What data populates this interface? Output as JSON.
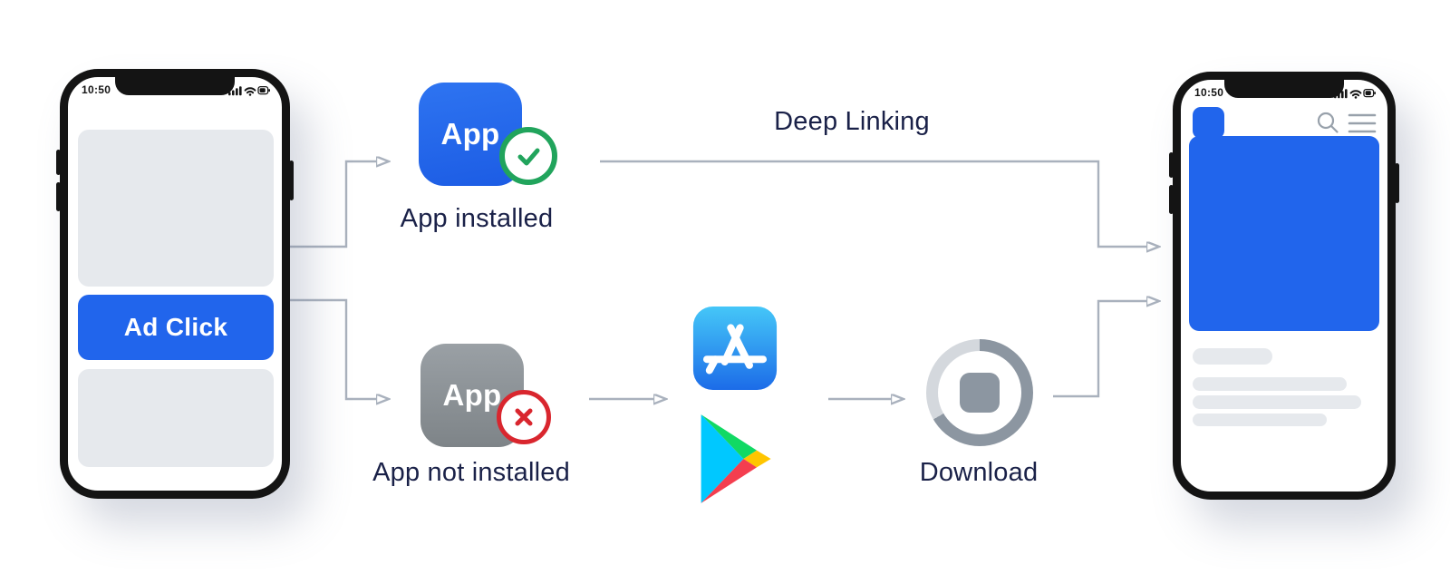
{
  "left_phone": {
    "time": "10:50",
    "ad_button_label": "Ad Click"
  },
  "right_phone": {
    "time": "10:50"
  },
  "installed": {
    "icon_text": "App",
    "caption": "App installed"
  },
  "not_installed": {
    "icon_text": "App",
    "caption": "App not installed"
  },
  "flow": {
    "deep_linking_label": "Deep Linking",
    "download_caption": "Download"
  },
  "icons": [
    "signal-icon",
    "wifi-icon",
    "battery-icon",
    "check-icon",
    "cross-icon",
    "app-store-icon",
    "google-play-icon",
    "download-progress-icon",
    "search-icon",
    "menu-icon",
    "app-logo"
  ],
  "colors": {
    "accent_blue": "#2165EC",
    "success_green": "#21A45C",
    "error_red": "#D9262E",
    "text_navy": "#1A2148",
    "arrow_gray": "#A9B1BD",
    "icon_gray": "#8C96A1",
    "placeholder_gray": "#E6E9ED",
    "frame_black": "#141414"
  }
}
